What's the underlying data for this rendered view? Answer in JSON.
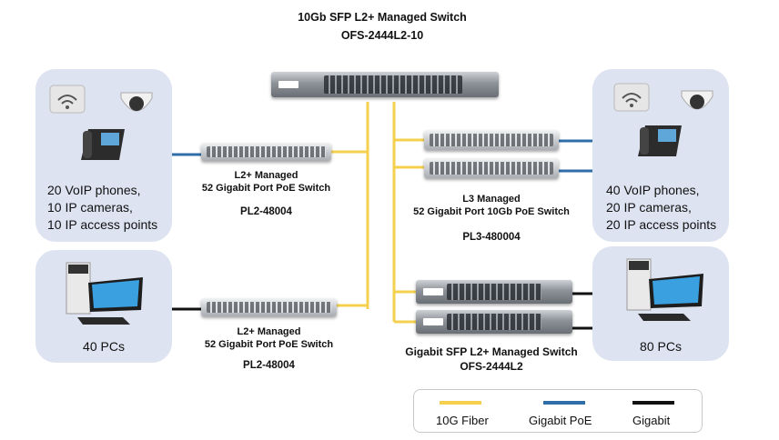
{
  "colors": {
    "fiber": "#f5d04e",
    "poe": "#2f6ea8",
    "gigabit": "#111111",
    "panel": "#dde3f1"
  },
  "top_switch": {
    "title": "10Gb SFP L2+ Managed Switch",
    "model": "OFS-2444L2-10"
  },
  "left_upper_switch": {
    "label_line1": "L2+ Managed",
    "label_line2": "52 Gigabit Port PoE Switch",
    "model": "PL2-48004"
  },
  "left_lower_switch": {
    "label_line1": "L2+ Managed",
    "label_line2": "52 Gigabit Port PoE Switch",
    "model": "PL2-48004"
  },
  "right_upper_switch": {
    "label_line1": "L3 Managed",
    "label_line2": "52 Gigabit Port 10Gb PoE Switch",
    "model": "PL3-480004"
  },
  "right_lower_switch": {
    "label": "Gigabit SFP L2+ Managed Switch",
    "model": "OFS-2444L2"
  },
  "left_devices": {
    "line1": "20 VoIP phones,",
    "line2": "10 IP cameras,",
    "line3": "10 IP access points"
  },
  "left_pcs": {
    "label": "40 PCs"
  },
  "right_devices": {
    "line1": "40 VoIP phones,",
    "line2": "20 IP cameras,",
    "line3": "20 IP access points"
  },
  "right_pcs": {
    "label": "80 PCs"
  },
  "legend": {
    "fiber": "10G Fiber",
    "poe": "Gigabit PoE",
    "gigabit": "Gigabit"
  },
  "icons": [
    "wifi-access-point-icon",
    "dome-camera-icon",
    "ip-phone-icon",
    "desktop-pc-icon"
  ]
}
